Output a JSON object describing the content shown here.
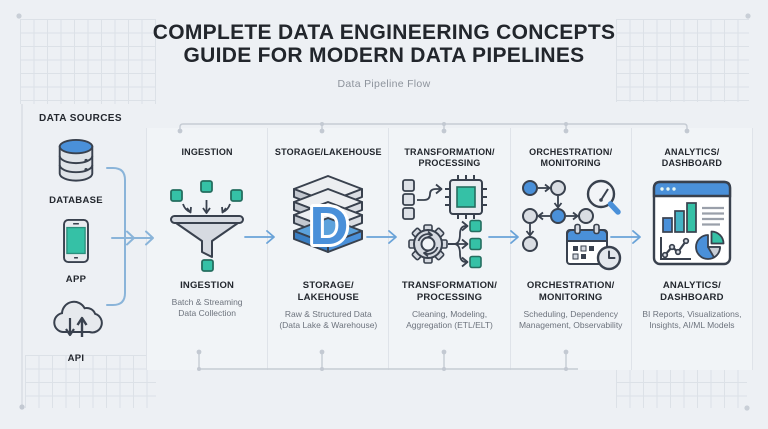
{
  "header": {
    "title": "COMPLETE DATA ENGINEERING CONCEPTS\nGUIDE FOR MODERN DATA PIPELINES",
    "subtitle": "Data Pipeline Flow"
  },
  "data_sources": {
    "label": "DATA SOURCES",
    "items": [
      {
        "label": "DATABASE",
        "icon": "database-icon"
      },
      {
        "label": "APP",
        "icon": "mobile-app-icon"
      },
      {
        "label": "API",
        "icon": "cloud-api-icon"
      }
    ]
  },
  "pipeline": {
    "stages": [
      {
        "top_label": "INGESTION",
        "icon": "funnel-ingestion-icon",
        "bottom_label": "INGESTION",
        "description": "Batch & Streaming\nData Collection"
      },
      {
        "top_label": "STORAGE/LAKEHOUSE",
        "icon": "delta-lake-storage-icon",
        "icon_letter": "D",
        "bottom_label": "STORAGE/\nLAKEHOUSE",
        "description": "Raw & Structured Data\n(Data Lake & Warehouse)"
      },
      {
        "top_label": "TRANSFORMATION/\nPROCESSING",
        "icon": "gear-chip-processing-icon",
        "bottom_label": "TRANSFORMATION/\nPROCESSING",
        "description": "Cleaning, Modeling,\nAggregation (ETL/ELT)"
      },
      {
        "top_label": "ORCHESTRATION/\nMONITORING",
        "icon": "dag-calendar-monitoring-icon",
        "bottom_label": "ORCHESTRATION/\nMONITORING",
        "description": "Scheduling, Dependency\nManagement, Observability"
      },
      {
        "top_label": "ANALYTICS/\nDASHBOARD",
        "icon": "dashboard-analytics-icon",
        "bottom_label": "ANALYTICS/\nDASHBOARD",
        "description": "BI Reports, Visualizations,\nInsights, AI/ML Models"
      }
    ]
  },
  "colors": {
    "accent_blue": "#4a90d9",
    "accent_teal": "#35c1a6",
    "outline_dark": "#39414e",
    "text_dark": "#23272e",
    "text_gray": "#6d737d",
    "connector_gray": "#c6ccd4",
    "flow_arrow_blue": "#6aa3d8",
    "page_background": "#edf0f4",
    "panel_background": "#f1f4f7"
  }
}
